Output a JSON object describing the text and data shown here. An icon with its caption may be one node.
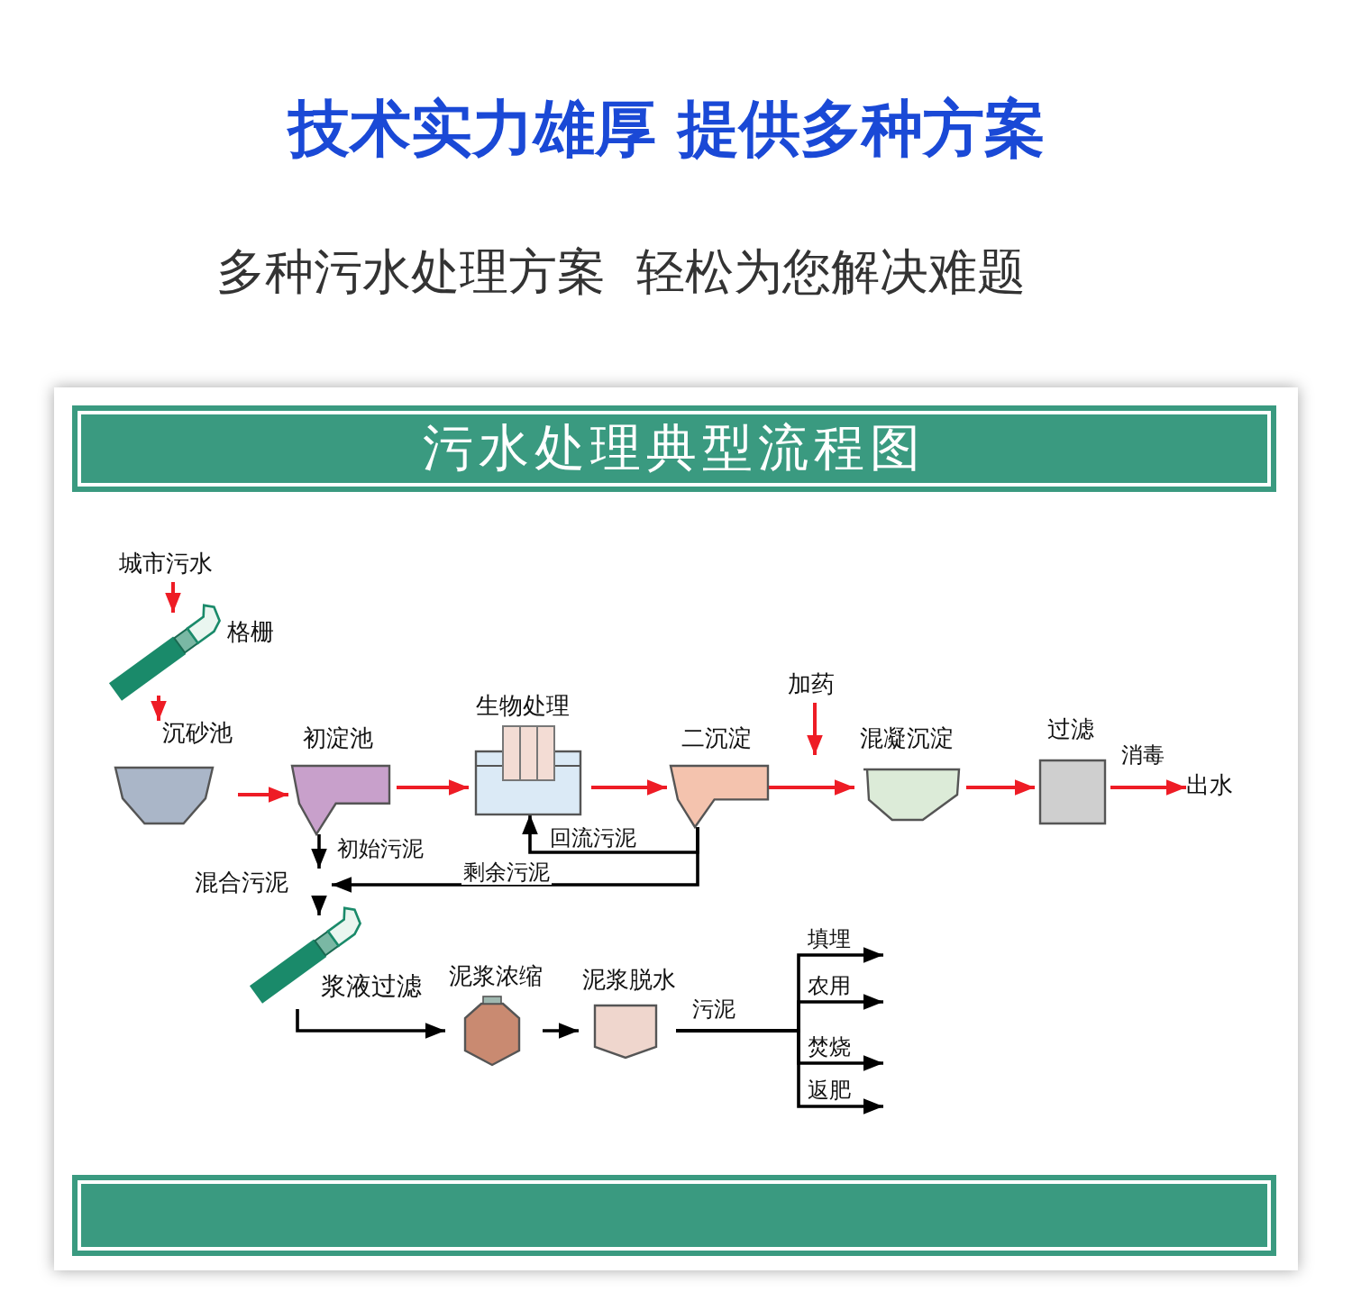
{
  "diagram": {
    "title": "技术实力雄厚 提供多种方案",
    "nodes": [
      {
        "text": [
          "城市污水"
        ]
      },
      {
        "text": [
          "格栅"
        ]
      },
      {
        "text": [
          "沉砂池"
        ]
      },
      {
        "text": [
          "初淀池"
        ]
      },
      {
        "text": [
          "生物处理"
        ]
      },
      {
        "text": [
          "二沉淀"
        ]
      },
      {
        "text": [
          "混凝沉淀"
        ]
      },
      {
        "text": [
          "过滤"
        ]
      },
      {
        "text": [
          "出水"
        ]
      },
      {
        "text": [
          "加药"
        ]
      },
      {
        "text": [
          "混合污泥"
        ]
      },
      {
        "text": [
          "浆液过滤"
        ]
      },
      {
        "text": [
          "泥浆浓缩"
        ]
      },
      {
        "text": [
          "泥浆脱水"
        ]
      }
    ],
    "edges": [
      {
        "from": 0,
        "to": 1,
        "arrow": "to",
        "color": "#ee1c25"
      },
      {
        "from": 1,
        "to": 2,
        "arrow": "to",
        "color": "#ee1c25"
      },
      {
        "from": 2,
        "to": 3,
        "arrow": "to",
        "color": "#ee1c25"
      },
      {
        "from": 3,
        "to": 4,
        "arrow": "to",
        "color": "#ee1c25"
      },
      {
        "from": 4,
        "to": 5,
        "arrow": "to",
        "color": "#ee1c25"
      },
      {
        "from": 5,
        "to": 6,
        "arrow": "to",
        "color": "#ee1c25"
      },
      {
        "from": 6,
        "to": 7,
        "arrow": "to",
        "color": "#ee1c25"
      },
      {
        "from": 7,
        "to": 8,
        "arrow": "to",
        "color": "#ee1c25",
        "label": "消毒"
      },
      {
        "from": 9,
        "to": null,
        "arrow": "to",
        "color": "#ee1c25"
      },
      {
        "from": 3,
        "to": 10,
        "arrow": "to",
        "label": "初始污泥"
      },
      {
        "from": 5,
        "to": 4,
        "arrow": "to",
        "label": "回流污泥"
      },
      {
        "from": 5,
        "to": 10,
        "arrow": "to",
        "label": "剩余污泥"
      },
      {
        "from": 10,
        "to": 11,
        "arrow": "to"
      },
      {
        "from": 11,
        "to": 12,
        "arrow": "to"
      },
      {
        "from": 12,
        "to": 13,
        "arrow": "to"
      },
      {
        "from": 13,
        "to": null,
        "arrow": "to",
        "label": "填埋"
      },
      {
        "from": 13,
        "to": null,
        "arrow": "to",
        "label": "农用"
      },
      {
        "from": 13,
        "to": null,
        "arrow": "to",
        "label": "焚烧"
      },
      {
        "from": 13,
        "to": null,
        "arrow": "to",
        "label": "返肥"
      }
    ],
    "labels": [
      "多种污水处理方案  轻松为您解决难题",
      "污水处理典型流程图",
      "污泥"
    ]
  }
}
